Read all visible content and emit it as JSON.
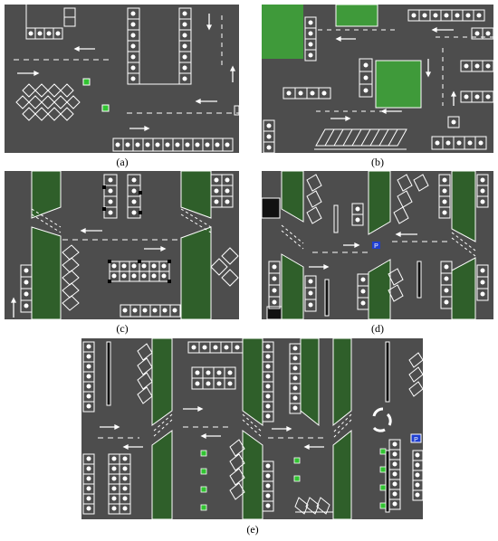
{
  "panels": [
    {
      "id": "a",
      "caption": "(a)"
    },
    {
      "id": "b",
      "caption": "(b)"
    },
    {
      "id": "c",
      "caption": "(c)"
    },
    {
      "id": "d",
      "caption": "(d)"
    },
    {
      "id": "e",
      "caption": "(e)"
    }
  ],
  "signs": {
    "parking_letter": "P"
  },
  "colors": {
    "road": "#4d4d4d",
    "marking": "#ffffff",
    "grass_strip": "#2f5f2a",
    "lawn": "#3f9a3a",
    "sign_blue": "#1f3fd0",
    "marker_green": "#31c331"
  }
}
